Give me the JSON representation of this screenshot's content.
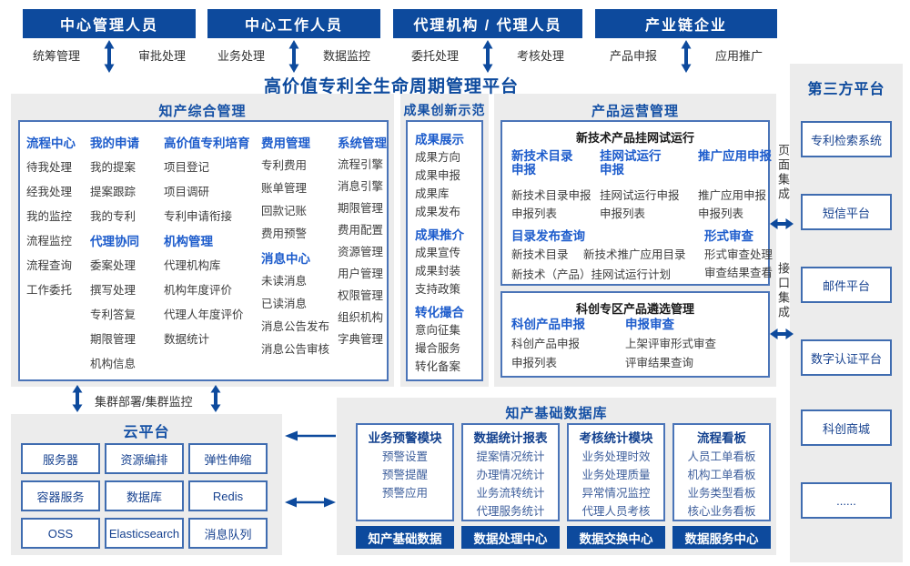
{
  "page": {
    "title": "高价值专利全生命周期管理平台"
  },
  "actors": [
    {
      "name": "中心管理人员",
      "left": "统筹管理",
      "right": "审批处理"
    },
    {
      "name": "中心工作人员",
      "left": "业务处理",
      "right": "数据监控"
    },
    {
      "name": "代理机构 / 代理人员",
      "left": "委托处理",
      "right": "考核处理"
    },
    {
      "name": "产业链企业",
      "left": "产品申报",
      "right": "应用推广"
    }
  ],
  "ip_mgmt": {
    "title": "知产综合管理",
    "groups": {
      "process": {
        "title": "流程中心",
        "items": [
          "待我处理",
          "经我处理",
          "我的监控",
          "流程监控",
          "流程查询",
          "工作委托"
        ]
      },
      "my_apply": {
        "title": "我的申请",
        "items": [
          "我的提案",
          "提案跟踪",
          "我的专利"
        ]
      },
      "agency_collab": {
        "title": "代理协同",
        "items": [
          "委案处理",
          "撰写处理",
          "专利答复",
          "期限管理",
          "机构信息"
        ]
      },
      "cultivation": {
        "title": "高价值专利培育",
        "items": [
          "项目登记",
          "项目调研",
          "专利申请衔接"
        ]
      },
      "org_mgmt": {
        "title": "机构管理",
        "items": [
          "代理机构库",
          "机构年度评价",
          "代理人年度评价",
          "数据统计"
        ]
      },
      "fee": {
        "title": "费用管理",
        "items": [
          "专利费用",
          "账单管理",
          "回款记账",
          "费用预警"
        ]
      },
      "message": {
        "title": "消息中心",
        "items": [
          "未读消息",
          "已读消息",
          "消息公告发布",
          "消息公告审核"
        ]
      },
      "system": {
        "title": "系统管理",
        "items": [
          "流程引擎",
          "消息引擎",
          "期限管理",
          "费用配置",
          "资源管理",
          "用户管理",
          "权限管理",
          "组织机构",
          "字典管理"
        ]
      }
    }
  },
  "achievement": {
    "title": "成果创新示范",
    "groups": [
      {
        "title": "成果展示",
        "items": [
          "成果方向",
          "成果申报",
          "成果库",
          "成果发布"
        ]
      },
      {
        "title": "成果推介",
        "items": [
          "成果宣传",
          "成果封装",
          "支持政策"
        ]
      },
      {
        "title": "转化撮合",
        "items": [
          "意向征集",
          "撮合服务",
          "转化备案"
        ]
      }
    ]
  },
  "product_ops": {
    "title": "产品运营管理",
    "trial": {
      "title": "新技术产品挂网试运行",
      "cols": [
        {
          "title": "新技术目录申报",
          "items": [
            "新技术目录申报",
            "申报列表"
          ]
        },
        {
          "title": "挂网试运行申报",
          "items": [
            "挂网试运行申报",
            "申报列表"
          ]
        },
        {
          "title": "推广应用申报",
          "items": [
            "推广应用申报",
            "申报列表"
          ]
        }
      ],
      "catalog": {
        "title": "目录发布查询",
        "items": [
          "新技术目录",
          "新技术推广应用目录",
          "新技术（产品）挂网试运行计划"
        ]
      },
      "formal": {
        "title": "形式审查",
        "items": [
          "形式审查处理",
          "审查结果查看"
        ]
      }
    },
    "selection": {
      "title": "科创专区产品遴选管理",
      "cols": [
        {
          "title": "科创产品申报",
          "items": [
            "科创产品申报",
            "申报列表"
          ]
        },
        {
          "title": "申报审查",
          "items": [
            "上架评审形式审查",
            "评审结果查询"
          ]
        }
      ]
    }
  },
  "third_party": {
    "title": "第三方平台",
    "items": [
      "专利检索系统",
      "短信平台",
      "邮件平台",
      "数字认证平台",
      "科创商城",
      "......"
    ]
  },
  "integration": {
    "page_label": "页面集成",
    "api_label": "接口集成"
  },
  "cluster_label": "集群部署/集群监控",
  "cloud": {
    "title": "云平台",
    "items": [
      "服务器",
      "资源编排",
      "弹性伸缩",
      "容器服务",
      "数据库",
      "Redis",
      "OSS",
      "Elasticsearch",
      "消息队列"
    ]
  },
  "data_platform": {
    "title": "知产基础数据库",
    "modules": [
      {
        "title": "业务预警模块",
        "items": [
          "预警设置",
          "预警提醒",
          "预警应用"
        ]
      },
      {
        "title": "数据统计报表",
        "items": [
          "提案情况统计",
          "办理情况统计",
          "业务流转统计",
          "代理服务统计"
        ]
      },
      {
        "title": "考核统计模块",
        "items": [
          "业务处理时效",
          "业务处理质量",
          "异常情况监控",
          "代理人员考核"
        ]
      },
      {
        "title": "流程看板",
        "items": [
          "人员工单看板",
          "机构工单看板",
          "业务类型看板",
          "核心业务看板"
        ]
      }
    ],
    "footers": [
      "知产基础数据",
      "数据处理中心",
      "数据交换中心",
      "数据服务中心"
    ]
  },
  "colors": {
    "primary": "#0d4a9d",
    "accent": "#1d5ccc",
    "panel_bg": "#ececec",
    "box_border": "#4a74b8"
  }
}
